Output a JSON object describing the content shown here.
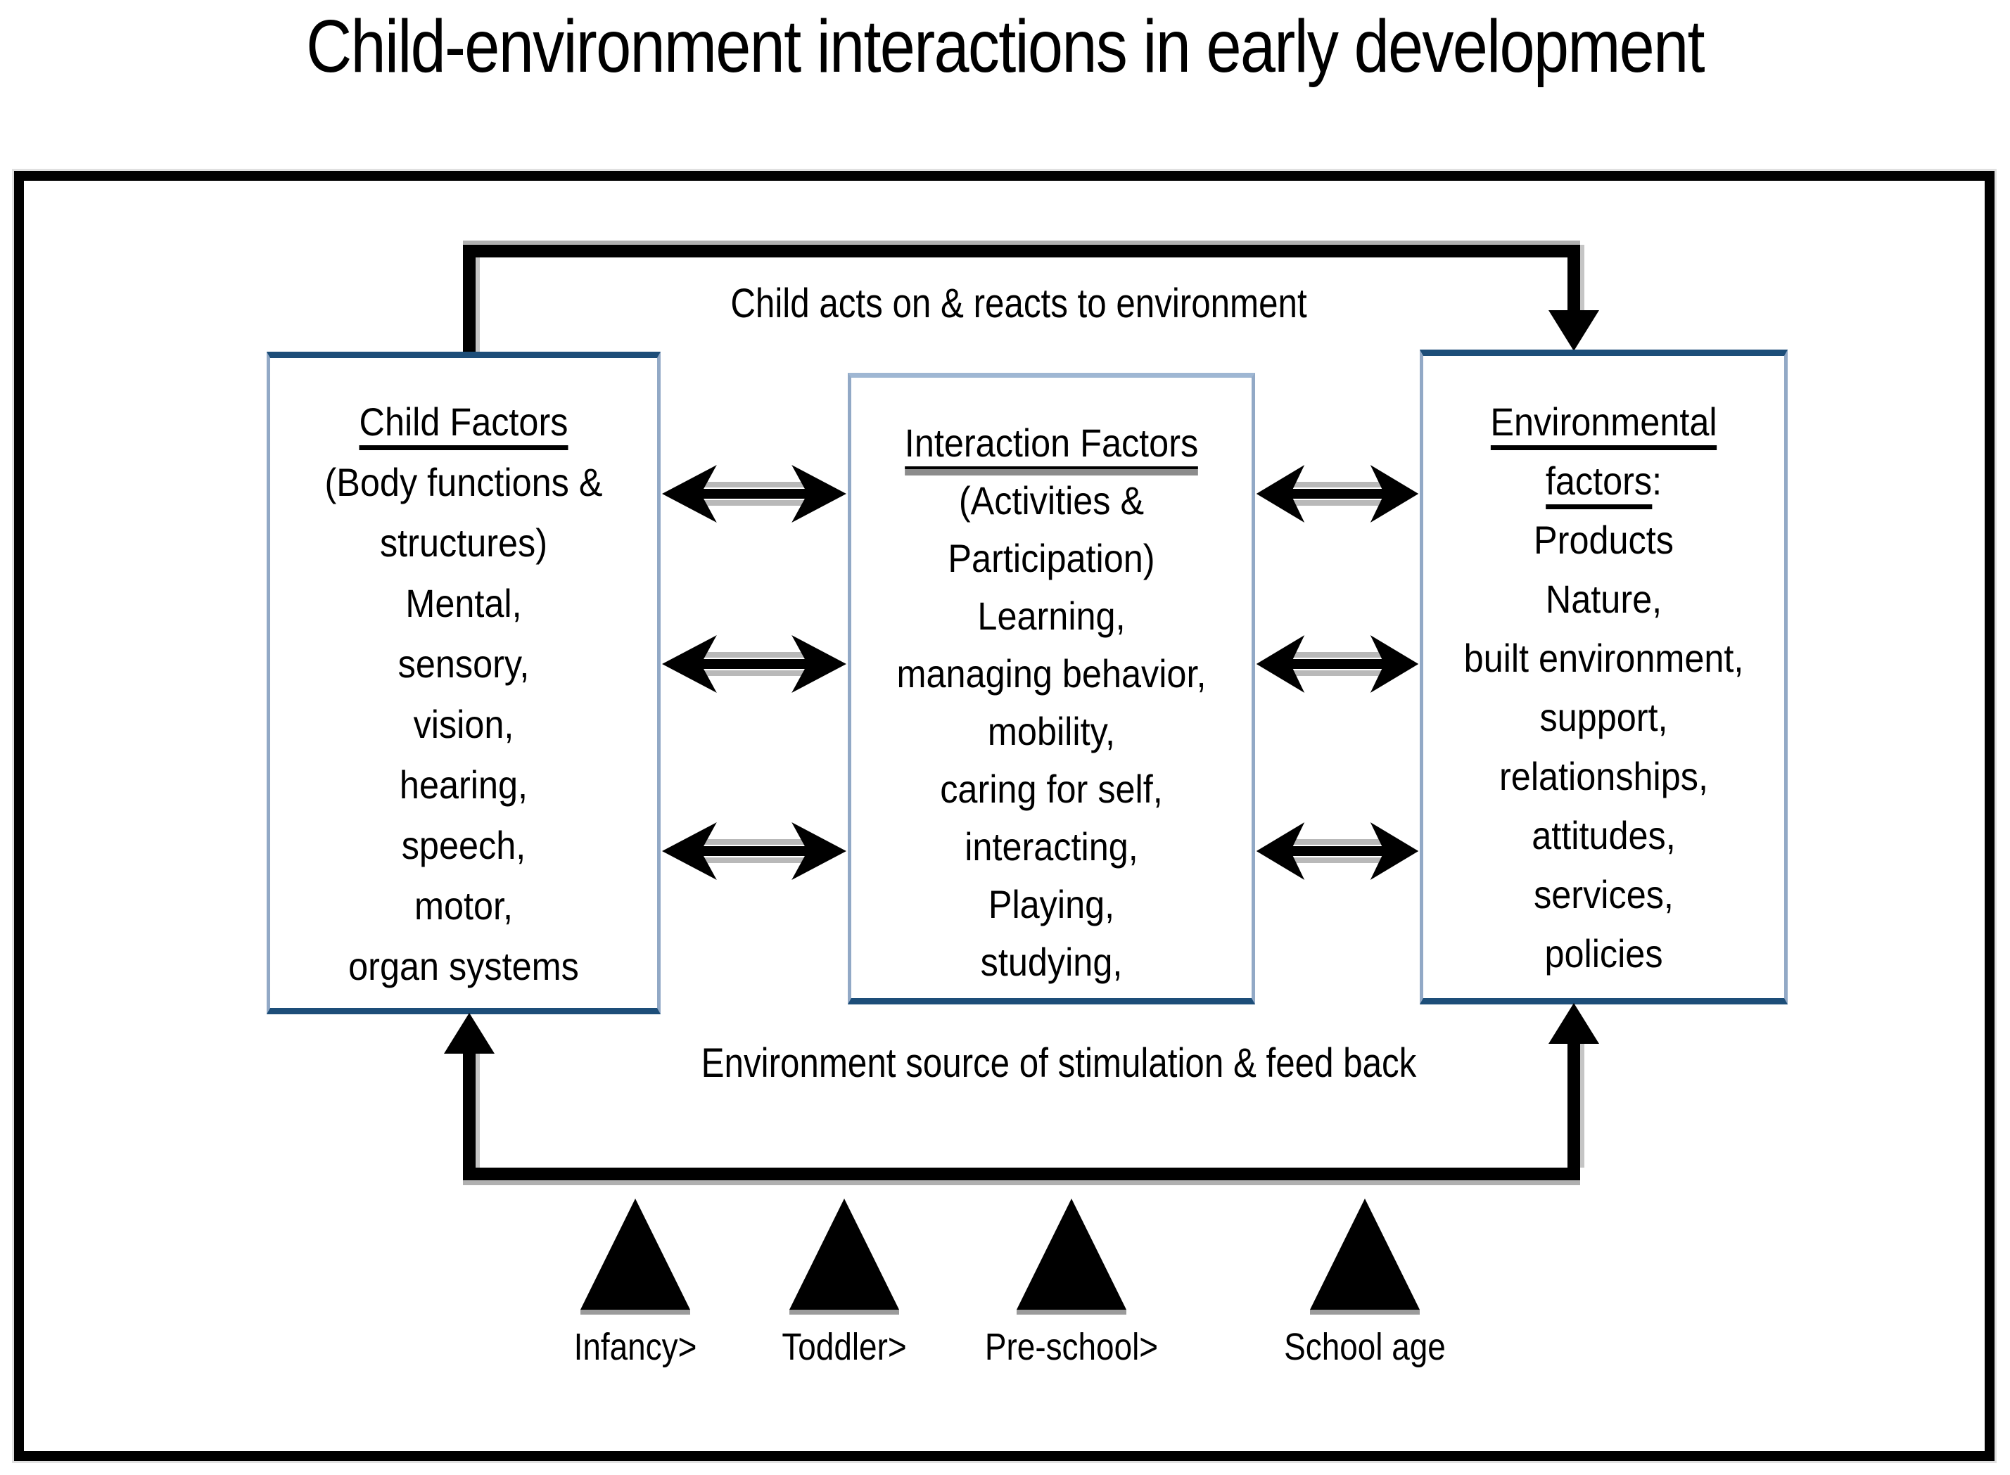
{
  "title": "Child-environment interactions in early development",
  "top_flow": {
    "label": "Child acts on & reacts to environment"
  },
  "bottom_flow": {
    "label": "Environment source of stimulation & feed back"
  },
  "boxes": {
    "child": {
      "heading": "Child Factors",
      "lines": [
        "(Body functions &",
        "structures)",
        "Mental,",
        "sensory,",
        "vision,",
        "hearing,",
        "speech,",
        "motor,",
        "organ systems"
      ]
    },
    "interaction": {
      "heading": "Interaction Factors",
      "lines": [
        "(Activities &",
        "Participation)",
        "Learning,",
        "managing behavior,",
        "mobility,",
        "caring for self,",
        "interacting,",
        "Playing,",
        "studying,"
      ]
    },
    "environment": {
      "heading_line1": "Environmental",
      "heading_word2": "factors",
      "heading_colon": ":",
      "lines": [
        "Products",
        "Nature,",
        "built environment,",
        "support,",
        "relationships,",
        "attitudes,",
        "services,",
        "policies"
      ]
    }
  },
  "timeline": {
    "stages": [
      "Infancy>",
      "Toddler>",
      "Pre-school>",
      "School age"
    ]
  },
  "icons": {
    "double_arrow": "double-headed-arrow",
    "elbow_arrow_top": "elbow-arrow-down",
    "elbow_arrow_bottom": "elbow-arrow-up",
    "stage_marker": "triangle-up"
  },
  "colors": {
    "text": "#000000",
    "frame": "#000000",
    "arrow": "#000000",
    "box_border_dark": "#1d4e79",
    "box_border_light": "#92a9c6",
    "box_border_mid_top": "#9fb7d3",
    "shadow": "#9b9b9b"
  }
}
